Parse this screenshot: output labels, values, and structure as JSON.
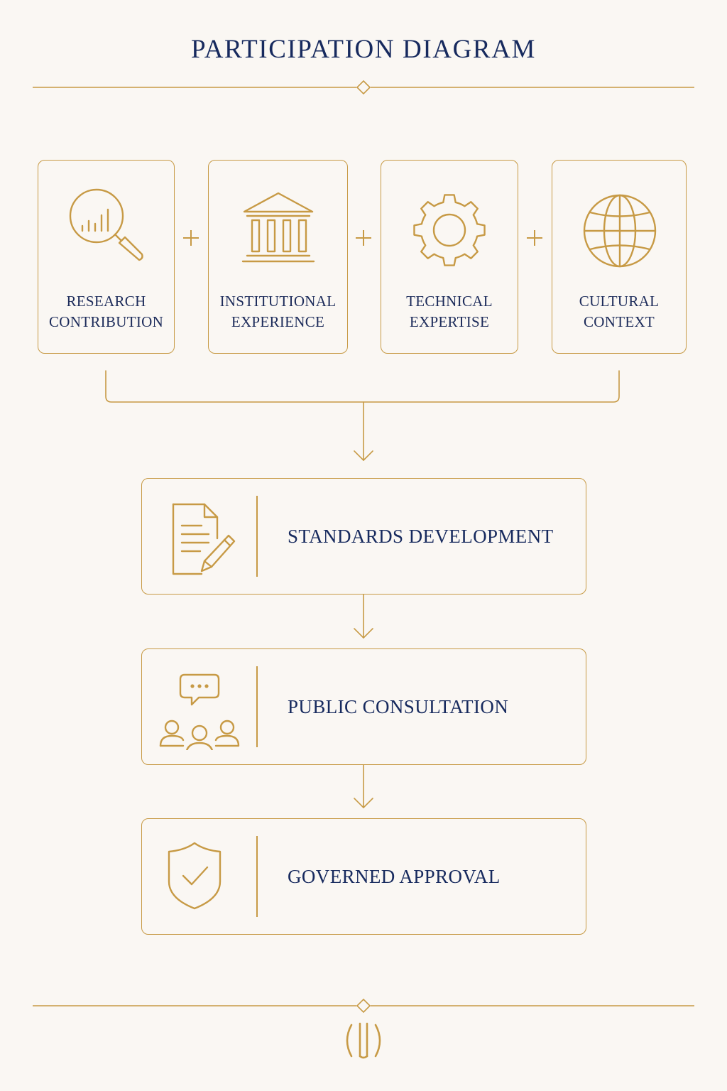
{
  "title": "PARTICIPATION DIAGRAM",
  "colors": {
    "background": "#faf7f3",
    "gold": "#c79a45",
    "navy": "#172a5e"
  },
  "inputs": [
    {
      "line1": "RESEARCH",
      "line2": "CONTRIBUTION",
      "icon": "magnifier-chart-icon"
    },
    {
      "line1": "INSTITUTIONAL",
      "line2": "EXPERIENCE",
      "icon": "institution-building-icon"
    },
    {
      "line1": "TECHNICAL",
      "line2": "EXPERTISE",
      "icon": "gear-icon"
    },
    {
      "line1": "CULTURAL",
      "line2": "CONTEXT",
      "icon": "globe-icon"
    }
  ],
  "combiner_symbol": "+",
  "steps": [
    {
      "label": "STANDARDS DEVELOPMENT",
      "icon": "document-pencil-icon"
    },
    {
      "label": "PUBLIC CONSULTATION",
      "icon": "people-chat-icon"
    },
    {
      "label": "GOVERNED APPROVAL",
      "icon": "shield-check-icon"
    }
  ],
  "footer": {
    "logo": "column-emblem-icon"
  }
}
